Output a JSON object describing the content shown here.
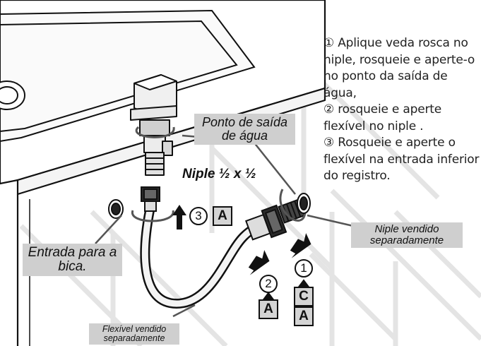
{
  "instructions": {
    "step1": "① Aplique veda rosca no niple, rosqueie e aperte-o  no ponto da saída de água,",
    "step2": "② rosqueie e aperte flexível no niple .",
    "step3": "③ Rosqueie e aperte o flexível na entrada inferior do registro."
  },
  "labels": {
    "ponto_saida": "Ponto de saída de água",
    "niple_dim": "Niple ½ x ½",
    "niple_vendido": "Niple vendido separadamente",
    "entrada_bica": "Entrada para a bica.",
    "flexivel_vendido": "Flexível vendido separadamente"
  },
  "markers": {
    "step3_number": "3",
    "step3_letter": "A",
    "step2_number": "2",
    "step2_letter": "A",
    "step1_number": "1",
    "step1_letter_top": "C",
    "step1_letter_bottom": "A"
  },
  "colors": {
    "label_bg": "#cfcfcf",
    "line": "#111111",
    "brick": "#e6e6e6"
  }
}
